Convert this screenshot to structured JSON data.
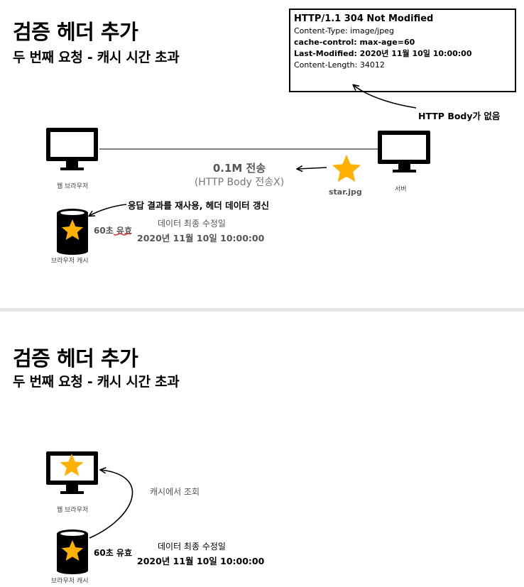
{
  "top": {
    "title": "검증 헤더 추가",
    "subtitle": "두 번째 요청 - 캐시 시간 초과",
    "response": {
      "status_line": "HTTP/1.1 304 Not Modified",
      "content_type": "Content-Type: image/jpeg",
      "cache_control": "cache-control: max-age=60",
      "last_modified": "Last-Modified: 2020년 11월 10일 10:00:00",
      "content_length": "Content-Length: 34012"
    },
    "no_body_label": "HTTP Body가 없음",
    "transfer_size": "0.1M 전송",
    "transfer_note": "(HTTP Body 전송X)",
    "browser_label": "웹 브라우저",
    "server_label": "서버",
    "file_label": "star.jpg",
    "reuse_label": "응답 결과를 재사용, 헤더 데이터 갱신",
    "cache_validity": "60초 유효",
    "modified_caption": "데이터 최종 수정일",
    "modified_date": "2020년 11월 10일 10:00:00",
    "cache_label": "브라우저 캐시"
  },
  "bottom": {
    "title": "검증 헤더 추가",
    "subtitle": "두 번째 요청 - 캐시 시간 초과",
    "browser_label": "웹 브라우저",
    "lookup_label": "캐시에서 조회",
    "cache_validity": "60초 유효",
    "modified_caption": "데이터 최종 수정일",
    "modified_date": "2020년 11월 10일 10:00:00",
    "cache_label": "브라우저 캐시"
  },
  "colors": {
    "star": "#FFB000",
    "device": "#000000",
    "validity_underline": "#d32f2f"
  }
}
